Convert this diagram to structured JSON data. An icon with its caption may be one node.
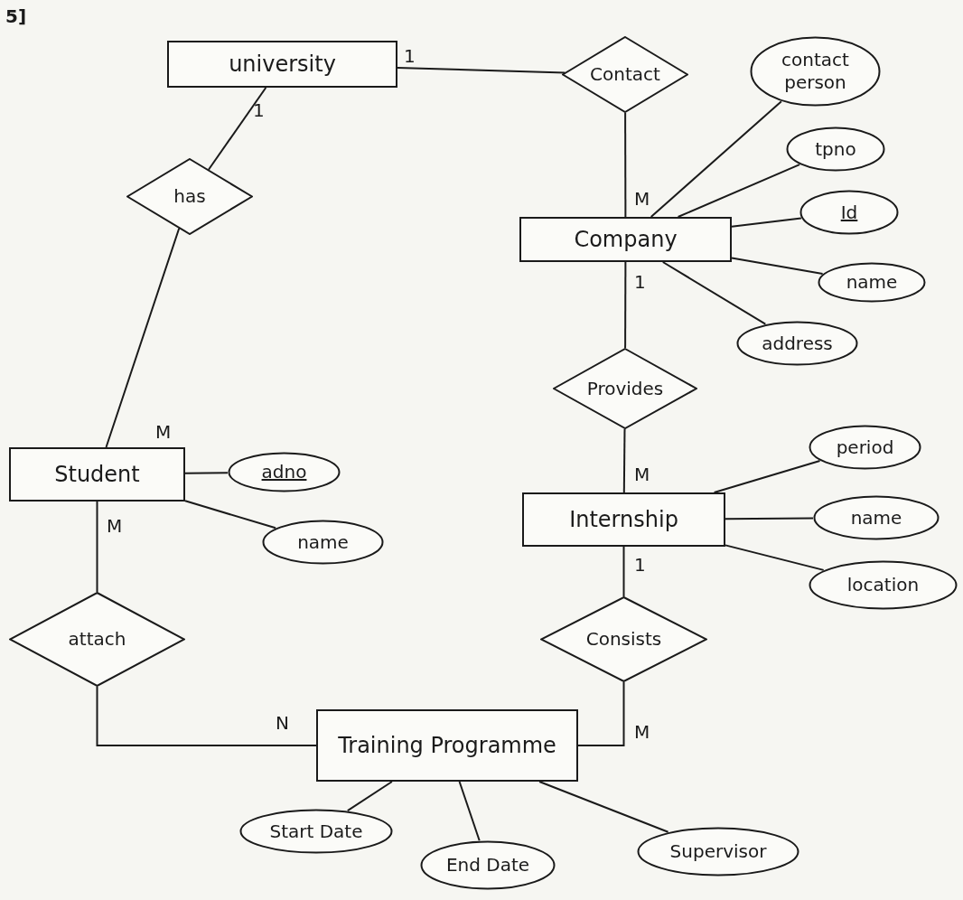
{
  "diagram": {
    "nodes": [
      {
        "text": [
          "university"
        ]
      },
      {
        "text": [
          "Contact"
        ]
      },
      {
        "text": [
          "contact person"
        ]
      },
      {
        "text": [
          "tpno"
        ]
      },
      {
        "text": [
          "Id"
        ]
      },
      {
        "text": [
          "name"
        ]
      },
      {
        "text": [
          "address"
        ]
      },
      {
        "text": [
          "Company"
        ]
      },
      {
        "text": [
          "has"
        ]
      },
      {
        "text": [
          "Provides"
        ]
      },
      {
        "text": [
          "Student"
        ]
      },
      {
        "text": [
          "adno"
        ]
      },
      {
        "text": [
          "name"
        ]
      },
      {
        "text": [
          "Internship"
        ]
      },
      {
        "text": [
          "period"
        ]
      },
      {
        "text": [
          "name"
        ]
      },
      {
        "text": [
          "location"
        ]
      },
      {
        "text": [
          "attach"
        ]
      },
      {
        "text": [
          "Consists"
        ]
      },
      {
        "text": [
          "Training Programme"
        ]
      },
      {
        "text": [
          "Start Date"
        ]
      },
      {
        "text": [
          "End Date"
        ]
      },
      {
        "text": [
          "Supervisor"
        ]
      }
    ],
    "edges": [
      {
        "from": 0,
        "to": 1,
        "arrow": "none"
      },
      {
        "from": 1,
        "to": 7,
        "arrow": "none"
      },
      {
        "from": 0,
        "to": 8,
        "arrow": "none"
      },
      {
        "from": 8,
        "to": 10,
        "arrow": "none"
      },
      {
        "from": 7,
        "to": 2,
        "arrow": "none"
      },
      {
        "from": 7,
        "to": 3,
        "arrow": "none"
      },
      {
        "from": 7,
        "to": 4,
        "arrow": "none"
      },
      {
        "from": 7,
        "to": 5,
        "arrow": "none"
      },
      {
        "from": 7,
        "to": 6,
        "arrow": "none"
      },
      {
        "from": 7,
        "to": 9,
        "arrow": "none"
      },
      {
        "from": 9,
        "to": 13,
        "arrow": "none"
      },
      {
        "from": 10,
        "to": 11,
        "arrow": "none"
      },
      {
        "from": 10,
        "to": 12,
        "arrow": "none"
      },
      {
        "from": 13,
        "to": 14,
        "arrow": "none"
      },
      {
        "from": 13,
        "to": 15,
        "arrow": "none"
      },
      {
        "from": 13,
        "to": 16,
        "arrow": "none"
      },
      {
        "from": 10,
        "to": 17,
        "arrow": "none"
      },
      {
        "from": 13,
        "to": 18,
        "arrow": "none"
      },
      {
        "from": 17,
        "to": 19,
        "arrow": "none"
      },
      {
        "from": 18,
        "to": 19,
        "arrow": "none"
      },
      {
        "from": 19,
        "to": 20,
        "arrow": "none"
      },
      {
        "from": 19,
        "to": 21,
        "arrow": "none"
      },
      {
        "from": 19,
        "to": 22,
        "arrow": "none"
      }
    ],
    "labels": [
      "5]",
      "1",
      "1",
      "M",
      "1",
      "M",
      "M",
      "M",
      "1",
      "N",
      "M"
    ]
  }
}
